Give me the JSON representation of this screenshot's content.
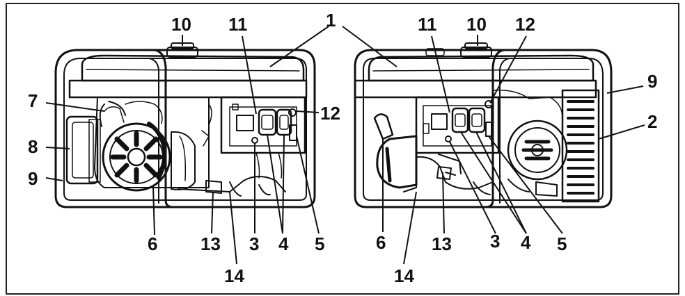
{
  "figure": {
    "left_view": {
      "callouts": [
        "1",
        "10",
        "11",
        "7",
        "12",
        "8",
        "9",
        "6",
        "13",
        "3",
        "4",
        "5",
        "14"
      ]
    },
    "right_view": {
      "callouts": [
        "11",
        "10",
        "12",
        "1",
        "9",
        "2",
        "6",
        "13",
        "3",
        "4",
        "5",
        "14"
      ]
    }
  },
  "colors": {
    "ink": "#111111",
    "paper": "#ffffff",
    "shade": "#1a1a1a"
  }
}
